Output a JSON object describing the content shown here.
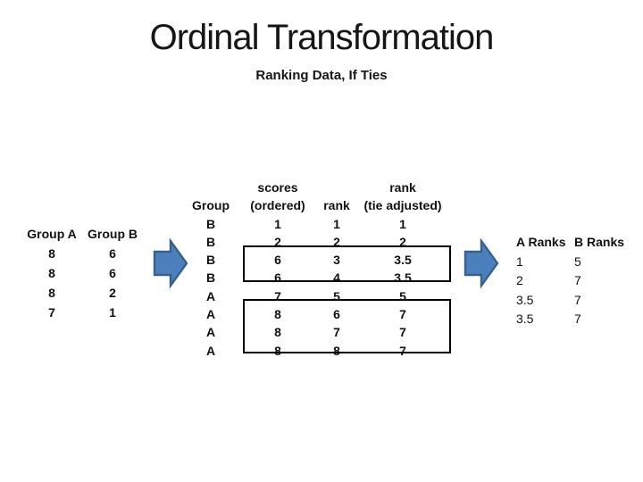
{
  "slide": {
    "title": "Ordinal Transformation",
    "subtitle": "Ranking Data, If Ties"
  },
  "left_table": {
    "headers": [
      "Group A",
      "Group B"
    ],
    "rows": [
      [
        "8",
        "6"
      ],
      [
        "8",
        "6"
      ],
      [
        "8",
        "2"
      ],
      [
        "7",
        "1"
      ]
    ]
  },
  "middle_table": {
    "headers": {
      "group": "Group",
      "scores_line1": "scores",
      "scores_line2": "(ordered)",
      "rank": "rank",
      "adjusted_line1": "rank",
      "adjusted_line2": "(tie adjusted)"
    },
    "rows": [
      [
        "B",
        "1",
        "1",
        "1"
      ],
      [
        "B",
        "2",
        "2",
        "2"
      ],
      [
        "B",
        "6",
        "3",
        "3.5"
      ],
      [
        "B",
        "6",
        "4",
        "3.5"
      ],
      [
        "A",
        "7",
        "5",
        "5"
      ],
      [
        "A",
        "8",
        "6",
        "7"
      ],
      [
        "A",
        "8",
        "7",
        "7"
      ],
      [
        "A",
        "8",
        "8",
        "7"
      ]
    ],
    "tie_boxes": [
      {
        "rows_covered": "3-4"
      },
      {
        "rows_covered": "6-8"
      }
    ]
  },
  "right_table": {
    "headers": [
      "A Ranks",
      "B Ranks"
    ],
    "rows": [
      [
        "1",
        "5"
      ],
      [
        "2",
        "7"
      ],
      [
        "3.5",
        "7"
      ],
      [
        "3.5",
        "7"
      ]
    ]
  },
  "icons": {
    "arrow_1": "right-block-arrow",
    "arrow_2": "right-block-arrow"
  },
  "colors": {
    "background": "#ffffff",
    "text": "#111111",
    "arrow_fill": "#4c80bd",
    "arrow_border": "#36618f",
    "tie_box_border": "#000000"
  }
}
